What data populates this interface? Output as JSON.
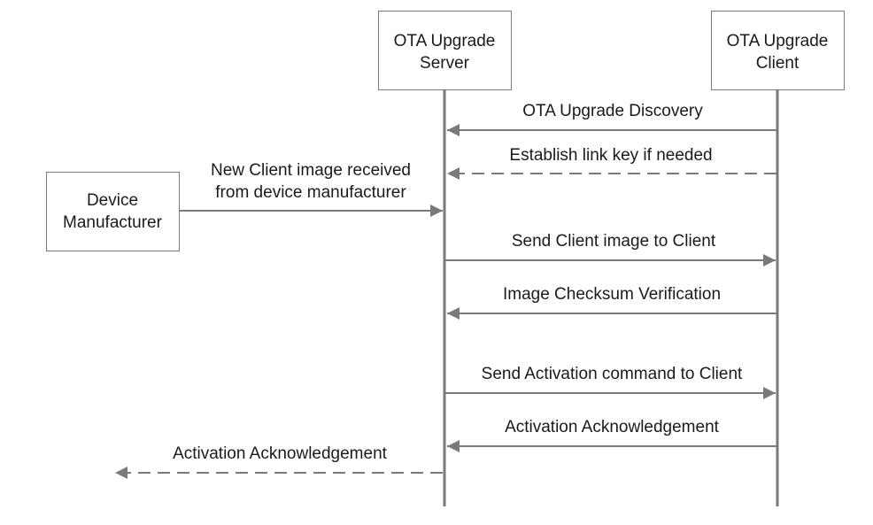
{
  "colors": {
    "line": "#7a7a7a",
    "text": "#1a1a1a",
    "background": "#ffffff"
  },
  "participants": {
    "server": {
      "line1": "OTA Upgrade",
      "line2": "Server"
    },
    "client": {
      "line1": "OTA Upgrade",
      "line2": "Client"
    },
    "manufacturer": {
      "line1": "Device",
      "line2": "Manufacturer"
    }
  },
  "messages": {
    "discovery": "OTA Upgrade Discovery",
    "link_key": "Establish link key if needed",
    "new_image_line1": "New Client image received",
    "new_image_line2": "from device manufacturer",
    "send_image": "Send Client image to Client",
    "checksum": "Image Checksum Verification",
    "activation_cmd": "Send Activation command to Client",
    "activation_ack": "Activation Acknowledgement",
    "activation_ack_out": "Activation Acknowledgement"
  }
}
